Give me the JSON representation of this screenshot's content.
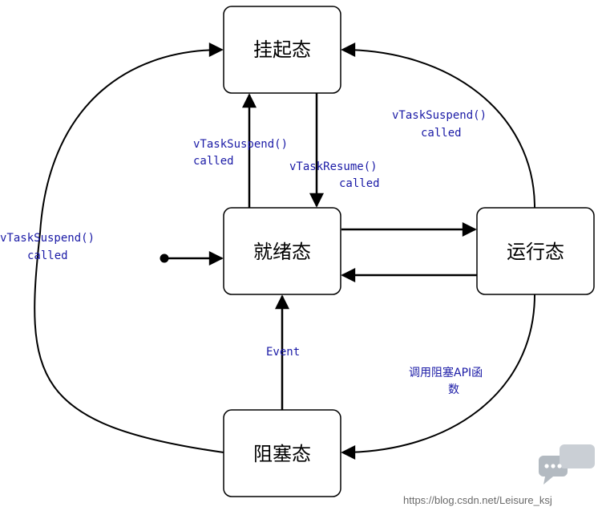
{
  "states": {
    "suspended": "挂起态",
    "ready": "就绪态",
    "running": "运行态",
    "blocked": "阻塞态"
  },
  "transitions": {
    "ready_to_suspended": [
      "vTaskSuspend()",
      "called"
    ],
    "suspended_to_ready": [
      "vTaskResume()",
      "called"
    ],
    "running_to_suspended": [
      "vTaskSuspend()",
      "called"
    ],
    "blocked_to_suspended": [
      "vTaskSuspend()",
      "called"
    ],
    "blocked_to_ready": [
      "Event"
    ],
    "running_to_blocked": [
      "调用阻塞API函",
      "数"
    ]
  },
  "watermark": {
    "text": "https://blog.csdn.net/Leisure_ksj",
    "icon": "chat-bubbles-icon"
  },
  "colors": {
    "box_stroke": "#000000",
    "label": "#1a1aa6"
  }
}
